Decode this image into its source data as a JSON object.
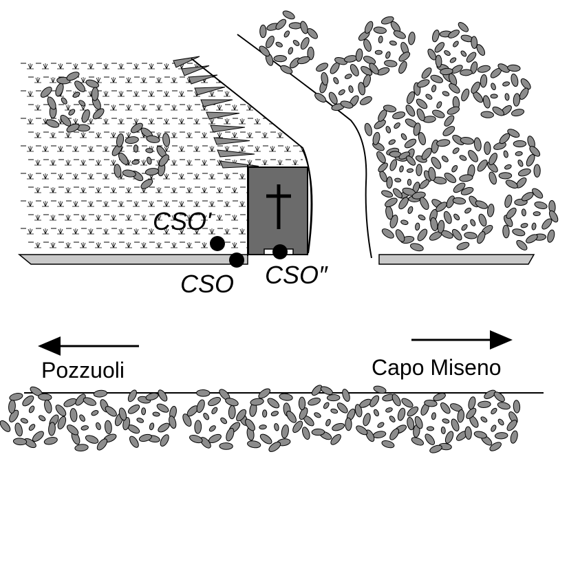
{
  "colors": {
    "ink": "#000000",
    "foliage": "#8c8c8c",
    "foliage_dark": "#6e6e6e",
    "chapel": "#6b6b6b",
    "pavement": "#c9c9c9",
    "background": "#ffffff"
  },
  "icons": {
    "chapel": "cross-icon",
    "tree": "tree-icon",
    "station": "filled-circle-icon",
    "arrow": "arrow-icon"
  },
  "labels": {
    "cso_prime": "CSO'",
    "cso": "CSO",
    "cso_double_prime": "CSO″",
    "left_destination": "Pozzuoli",
    "right_destination": "Capo Miseno"
  },
  "directions": {
    "left": "west",
    "right": "east"
  }
}
